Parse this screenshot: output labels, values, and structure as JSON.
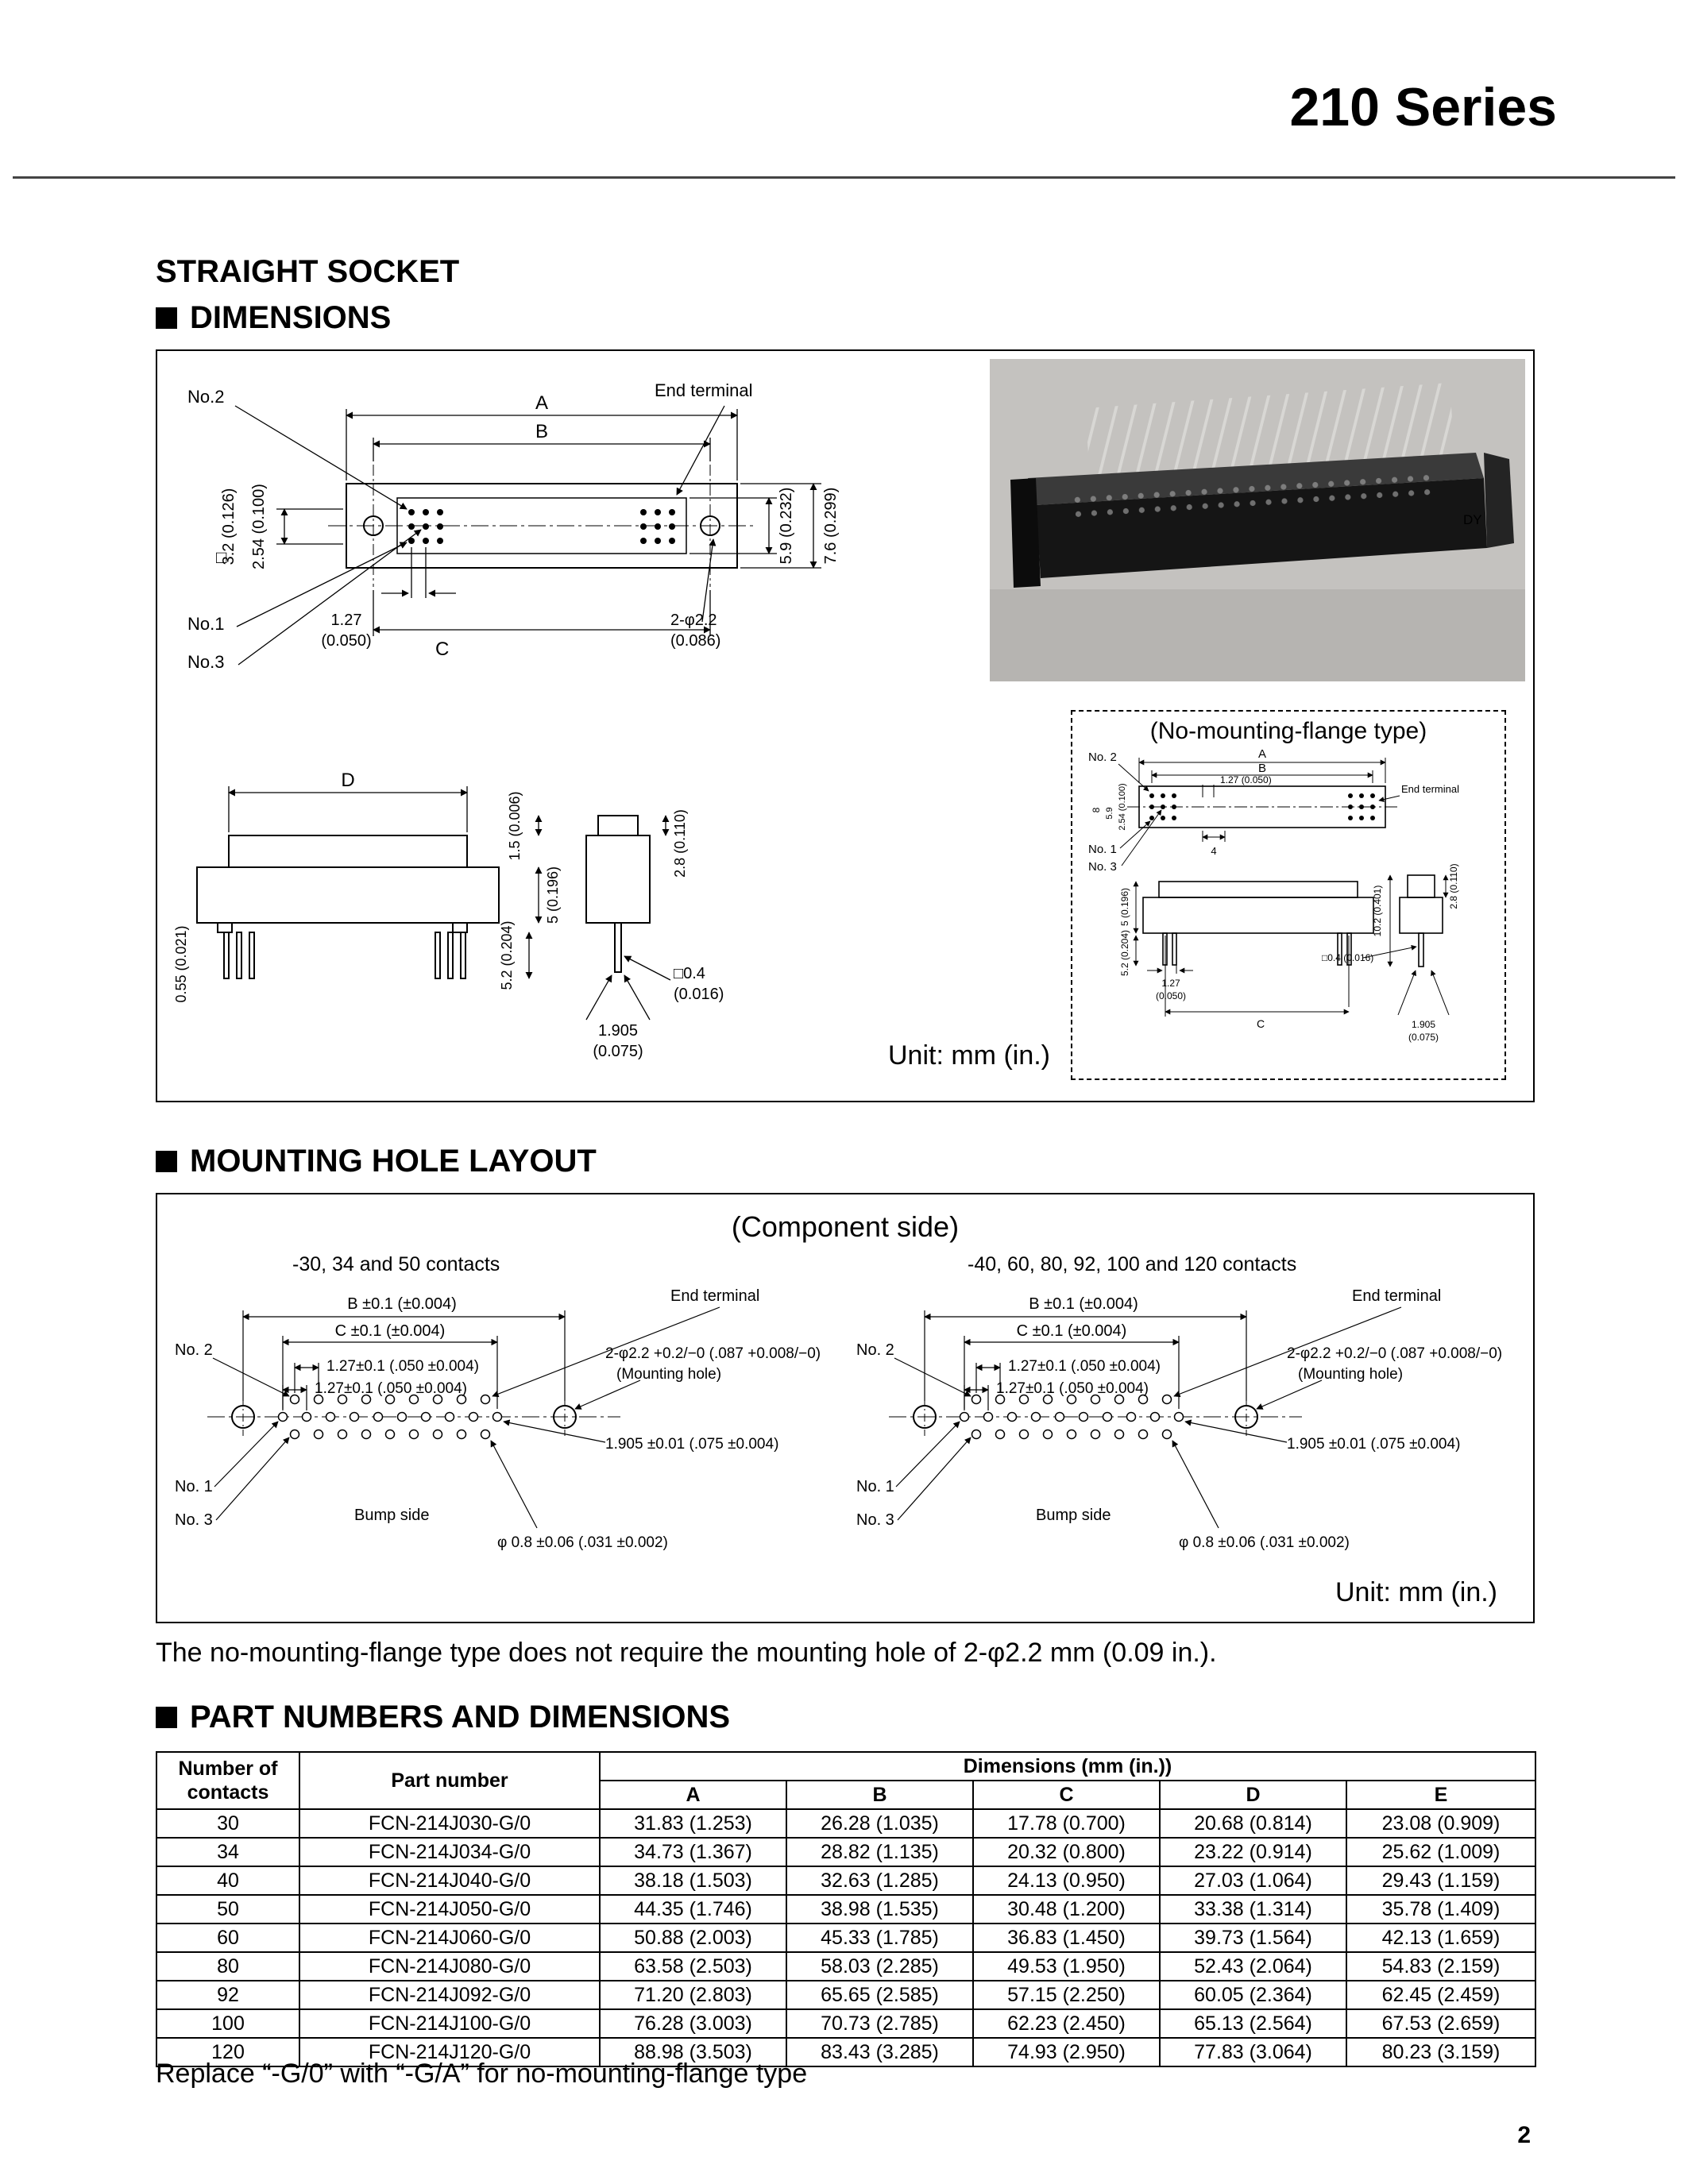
{
  "header": {
    "series_title": "210 Series"
  },
  "footer": {
    "page_number": "2"
  },
  "headings": {
    "straight_socket": "STRAIGHT SOCKET",
    "dimensions": "DIMENSIONS",
    "mounting": "MOUNTING HOLE LAYOUT",
    "part_numbers": "PART NUMBERS AND DIMENSIONS"
  },
  "notes": {
    "flange_note": "The no-mounting-flange type does not require the mounting hole of 2-φ2.2 mm (0.09 in.).",
    "replace_note": "Replace “-G/0” with “-G/A” for no-mounting-flange type"
  },
  "dims": {
    "unit": "Unit: mm (in.)",
    "front": {
      "no2": "No.2",
      "a": "A",
      "b": "B",
      "end_terminal": "End terminal",
      "sq": "□",
      "d32": "3.2 (0.126)",
      "d254": "2.54 (0.100)",
      "d59": "5.9 (0.232)",
      "d76": "7.6 (0.299)",
      "no1": "No.1",
      "no3": "No.3",
      "p127": "1.27",
      "p127in": "(0.050)",
      "c": "C",
      "hole": "2-φ2.2",
      "hole_in": "(0.086)"
    },
    "side": {
      "d": "D",
      "d15": "1.5 (0.006)",
      "d5": "5 (0.196)",
      "d52": "5.2 (0.204)",
      "d28": "2.8 (0.110)",
      "d055": "0.55 (0.021)",
      "d04": "□0.4",
      "d04in": "(0.016)",
      "d1905": "1.905",
      "d1905in": "(0.075)"
    },
    "noflange": {
      "title": "(No-mounting-flange type)",
      "no2": "No. 2",
      "a": "A",
      "b": "B",
      "d254": "2.54 (0.100)",
      "p127": "1.27 (0.050)",
      "end_terminal": "End terminal",
      "d8": "8",
      "d59": "5.9",
      "no1": "No. 1",
      "no3": "No. 3",
      "d4": "4",
      "d5": "5 (0.196)",
      "d52": "5.2 (0.204)",
      "p127b": "1.27",
      "p127bin": "(0.050)",
      "c": "C",
      "d102": "10.2 (0.401)",
      "d28": "2.8 (0.110)",
      "d04": "□0.4 (0.016)",
      "d1905": "1.905",
      "d1905in": "(0.075)"
    }
  },
  "photo": {
    "marking": "DY"
  },
  "mounting": {
    "component_side": "(Component side)",
    "unit": "Unit: mm (in.)",
    "left_caption": "-30, 34 and 50 contacts",
    "right_caption": "-40, 60, 80, 92, 100 and 120 contacts",
    "labels": {
      "b": "B ±0.1 (±0.004)",
      "c": "C ±0.1 (±0.004)",
      "end_terminal": "End terminal",
      "no2": "No. 2",
      "no1": "No. 1",
      "no3": "No. 3",
      "pitch1": "1.27±0.1 (.050 ±0.004)",
      "pitch2": "1.27±0.1 (.050 ±0.004)",
      "hole": "2-φ2.2 +0.2/−0 (.087 +0.008/−0)",
      "mounting_hole": "(Mounting hole)",
      "p1905": "1.905 ±0.01 (.075 ±0.004)",
      "bump": "Bump side",
      "pin": "φ 0.8 ±0.06 (.031 ±0.002)"
    }
  },
  "table": {
    "col_contacts": "Number of contacts",
    "col_part": "Part number",
    "col_dims": "Dimensions (mm (in.))",
    "dim_cols": [
      "A",
      "B",
      "C",
      "D",
      "E"
    ],
    "rows": [
      [
        "30",
        "FCN-214J030-G/0",
        "31.83 (1.253)",
        "26.28 (1.035)",
        "17.78 (0.700)",
        "20.68 (0.814)",
        "23.08 (0.909)"
      ],
      [
        "34",
        "FCN-214J034-G/0",
        "34.73 (1.367)",
        "28.82 (1.135)",
        "20.32 (0.800)",
        "23.22 (0.914)",
        "25.62 (1.009)"
      ],
      [
        "40",
        "FCN-214J040-G/0",
        "38.18 (1.503)",
        "32.63 (1.285)",
        "24.13 (0.950)",
        "27.03 (1.064)",
        "29.43 (1.159)"
      ],
      [
        "50",
        "FCN-214J050-G/0",
        "44.35 (1.746)",
        "38.98 (1.535)",
        "30.48 (1.200)",
        "33.38 (1.314)",
        "35.78 (1.409)"
      ],
      [
        "60",
        "FCN-214J060-G/0",
        "50.88 (2.003)",
        "45.33 (1.785)",
        "36.83 (1.450)",
        "39.73 (1.564)",
        "42.13 (1.659)"
      ],
      [
        "80",
        "FCN-214J080-G/0",
        "63.58 (2.503)",
        "58.03 (2.285)",
        "49.53 (1.950)",
        "52.43 (2.064)",
        "54.83 (2.159)"
      ],
      [
        "92",
        "FCN-214J092-G/0",
        "71.20 (2.803)",
        "65.65 (2.585)",
        "57.15 (2.250)",
        "60.05 (2.364)",
        "62.45 (2.459)"
      ],
      [
        "100",
        "FCN-214J100-G/0",
        "76.28 (3.003)",
        "70.73 (2.785)",
        "62.23 (2.450)",
        "65.13 (2.564)",
        "67.53 (2.659)"
      ],
      [
        "120",
        "FCN-214J120-G/0",
        "88.98 (3.503)",
        "83.43 (3.285)",
        "74.93 (2.950)",
        "77.83 (3.064)",
        "80.23 (3.159)"
      ]
    ]
  }
}
